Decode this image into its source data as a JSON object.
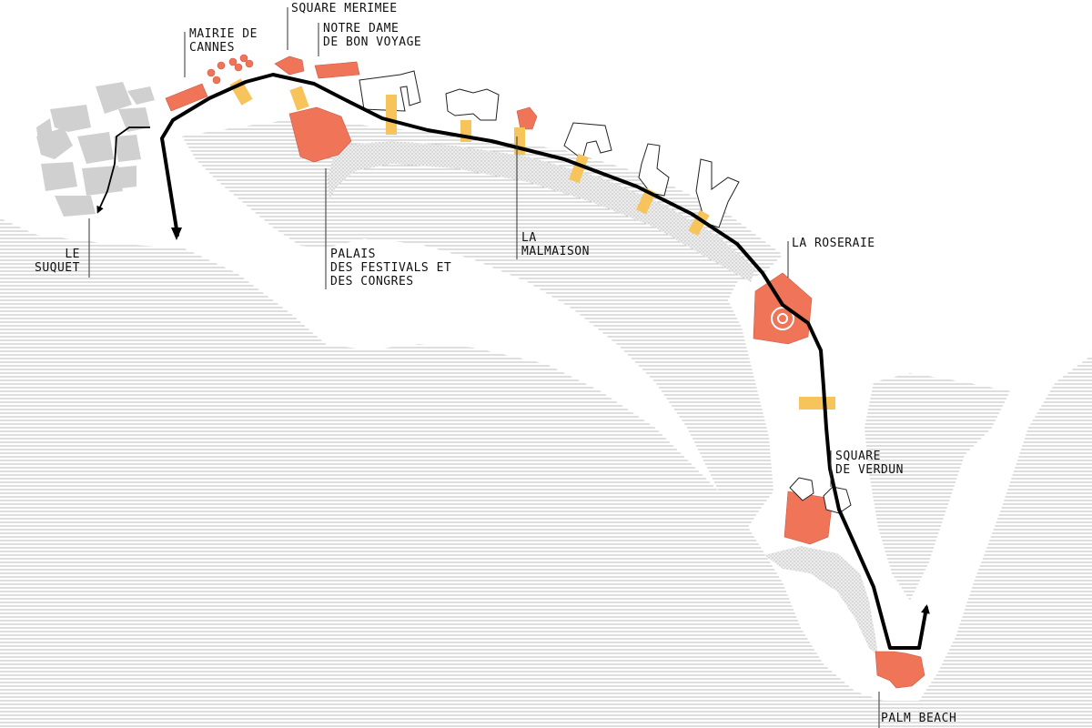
{
  "colors": {
    "sea_lines": "#bdbdbd",
    "sand": "#dcdcdc",
    "landmark": "#f07458",
    "crossing": "#f7c45c",
    "route": "#000000",
    "old_town": "#d0d0d0"
  },
  "icons": {
    "route": "route-arrow-line",
    "landmarks": "landmark-polygon",
    "crossings": "pedestrian-crossing",
    "buildings": "building-outline"
  },
  "labels": {
    "le_suquet": [
      "LE",
      "SUQUET"
    ],
    "mairie": [
      "MAIRIE DE",
      "CANNES"
    ],
    "square_merimee": [
      "SQUARE MERIMEE"
    ],
    "notre_dame": [
      "NOTRE DAME",
      "DE BON VOYAGE"
    ],
    "palais": [
      "PALAIS",
      "DES FESTIVALS ET",
      "DES CONGRES"
    ],
    "malmaison": [
      "LA",
      "MALMAISON"
    ],
    "roseraie": [
      "LA ROSERAIE"
    ],
    "verdun": [
      "SQUARE",
      "DE VERDUN"
    ],
    "palm_beach": [
      "PALM BEACH"
    ]
  }
}
